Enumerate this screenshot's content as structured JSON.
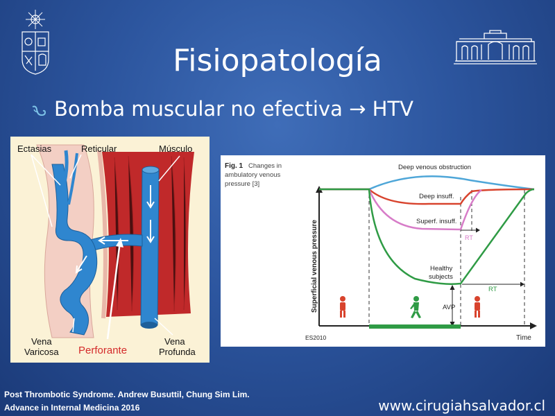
{
  "slide": {
    "title": "Fisiopatología",
    "bullet": "Bomba muscular no efectiva → HTV",
    "bullet_icon": "curly-bullet-icon"
  },
  "left_figure": {
    "labels": {
      "ectasias": "Ectasias",
      "reticular": "Reticular",
      "musculo": "Músculo",
      "vena_varicosa_1": "Vena",
      "vena_varicosa_2": "Varicosa",
      "perforante": "Perforante",
      "vena_profunda_1": "Vena",
      "vena_profunda_2": "Profunda"
    },
    "colors": {
      "vein": "#2f86cf",
      "muscle": "#c0292a",
      "perforante": "#d42a2a"
    }
  },
  "right_figure": {
    "caption_bold": "Fig. 1",
    "caption_line1": "Changes in",
    "caption_line2": "ambulatory venous",
    "caption_line3": "pressure [3]",
    "ylabel": "Superficial venous pressure",
    "xlabel": "Time",
    "origin_label": "ES2010",
    "curves": {
      "deep_obstruction": "Deep venous obstruction",
      "deep_insuff": "Deep insuff.",
      "superf_insuff": "Superf. insuff.",
      "healthy_1": "Healthy",
      "healthy_2": "subjects"
    },
    "markers": {
      "rt_pink": "RT",
      "rt_green": "RT",
      "avp": "AVP"
    },
    "colors": {
      "deep_obstruction": "#4ea6d8",
      "deep_insuff": "#d8432d",
      "superf_insuff": "#d77cc8",
      "healthy": "#2f9b45",
      "walking_bar": "#2f9b45",
      "standing_figure": "#d8432d"
    }
  },
  "footer": {
    "citation_line1": "Post Thrombotic Syndrome. Andrew Busuttil, Chung Sim Lim.",
    "citation_line2": "Advance in Internal Medicina 2016",
    "url": "www.cirugiahsalvador.cl"
  }
}
